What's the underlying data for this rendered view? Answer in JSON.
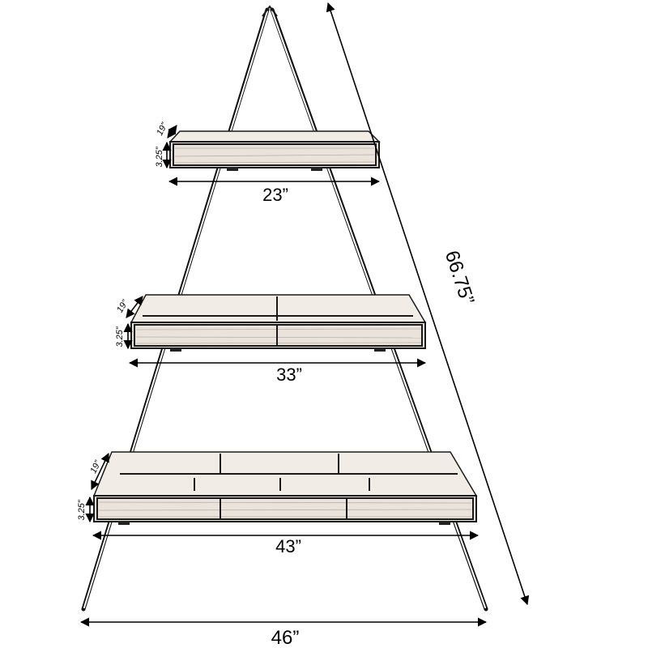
{
  "dimensions": {
    "height": "66.75”",
    "base_width": "46”",
    "shelves": [
      {
        "width": "23”",
        "depth": "19”",
        "height": "3.25”"
      },
      {
        "width": "33”",
        "depth": "19”",
        "height": "3.25”"
      },
      {
        "width": "43”",
        "depth": "19”",
        "height": "3.25”"
      }
    ]
  }
}
